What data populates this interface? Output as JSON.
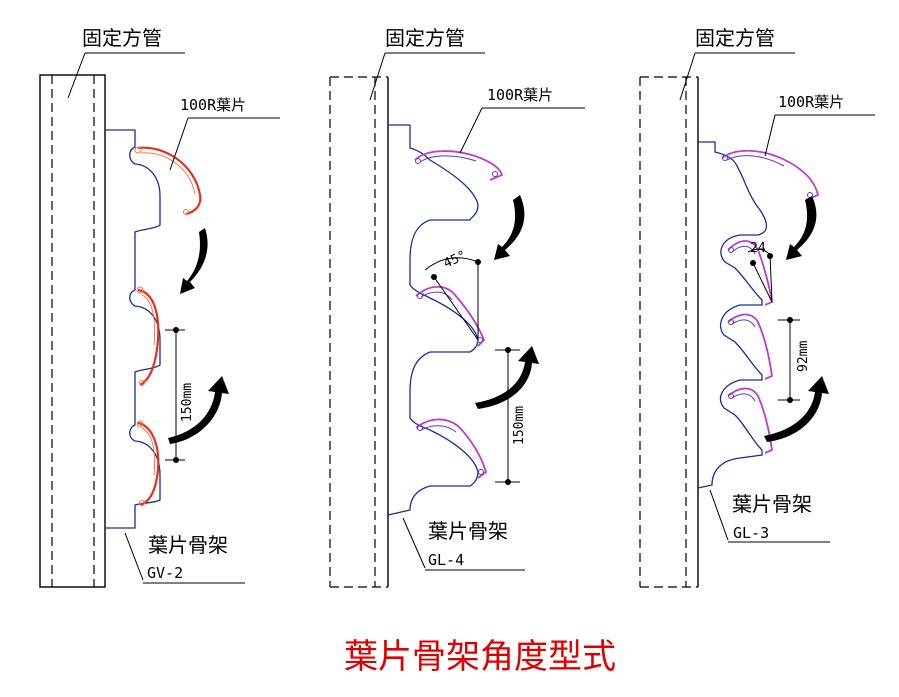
{
  "panels": [
    {
      "tube_label": "固定方管",
      "blade_label": "100R葉片",
      "frame_label": "葉片骨架",
      "frame_code": "GV-2",
      "spacing_label": "150mm"
    },
    {
      "tube_label": "固定方管",
      "blade_label": "100R葉片",
      "frame_label": "葉片骨架",
      "frame_code": "GL-4",
      "spacing_label": "150mm",
      "angle_label": "45°"
    },
    {
      "tube_label": "固定方管",
      "blade_label": "100R葉片",
      "frame_label": "葉片骨架",
      "frame_code": "GL-3",
      "spacing_label": "92mm",
      "angle_label": "24"
    }
  ],
  "caption": "葉片骨架角度型式",
  "colors": {
    "caption": "#e00000",
    "frame_line": "#1b2d9a",
    "blade_red": "#e8301a",
    "blade_purple": "#c23bd0"
  }
}
